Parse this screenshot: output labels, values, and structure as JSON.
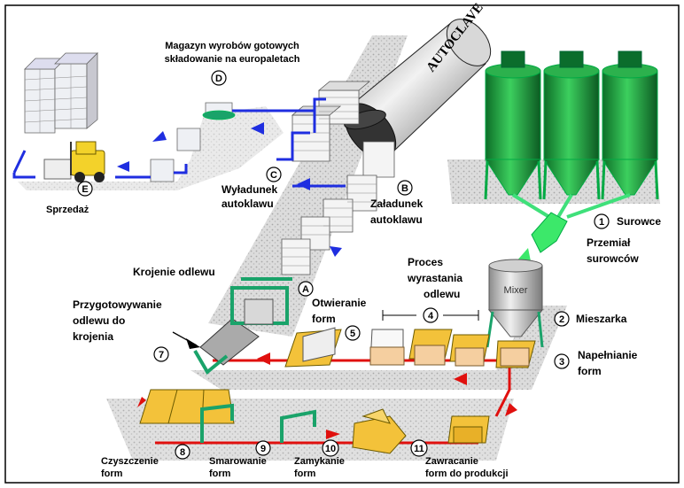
{
  "diagram": {
    "autoclave_text": "AUTOCLAVE",
    "mixer_text": "Mixer",
    "labels": {
      "warehouse_l1": "Magazyn wyrobów gotowych",
      "warehouse_l2": "składowanie na europaletach",
      "sale": "Sprzedaż",
      "unload_l1": "Wyładunek",
      "unload_l2": "autoklawu",
      "load_l1": "Załadunek",
      "load_l2": "autoklawu",
      "raw_materials": "Surowce",
      "grinding_l1": "Przemiał",
      "grinding_l2": "surowców",
      "growth_l1": "Proces",
      "growth_l2": "wyrastania",
      "growth_l3": "odlewu",
      "mixer_step": "Mieszarka",
      "filling_l1": "Napełnianie",
      "filling_l2": "form",
      "cutting": "Krojenie odlewu",
      "prep_l1": "Przygotowywanie",
      "prep_l2": "odlewu do",
      "prep_l3": "krojenia",
      "opening_l1": "Otwieranie",
      "opening_l2": "form",
      "cleaning_l1": "Czyszczenie",
      "cleaning_l2": "form",
      "lubricating_l1": "Smarowanie",
      "lubricating_l2": "form",
      "closing_l1": "Zamykanie",
      "closing_l2": "form",
      "return_l1": "Zawracanie",
      "return_l2": "form do produkcji"
    },
    "markers": {
      "A": "A",
      "B": "B",
      "C": "C",
      "D": "D",
      "E": "E",
      "m1": "1",
      "m2": "2",
      "m3": "3",
      "m4": "4",
      "m5": "5",
      "m7": "7",
      "m8": "8",
      "m9": "9",
      "m10": "10",
      "m11": "11"
    },
    "colors": {
      "silo": "#1a9a3c",
      "green_frame": "#1aa36a",
      "blue_line": "#1f2ee0",
      "red_line": "#e0100e",
      "mold": "#f3c23a",
      "cake": "#f5cfa0",
      "ground": "#c9c9c9"
    }
  }
}
